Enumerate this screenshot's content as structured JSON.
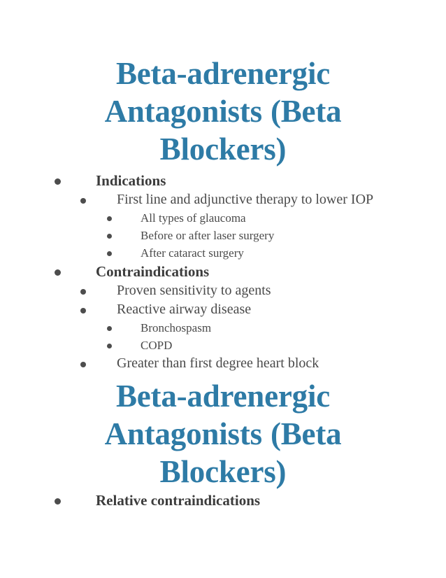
{
  "document": {
    "background_color": "#ffffff",
    "title_color": "#2e7ba6",
    "body_text_color": "#3c3c3c",
    "bullet_color": "#4d4d4d"
  },
  "slides": [
    {
      "title": "Beta-adrenergic Antagonists (Beta Blockers)",
      "outline": [
        {
          "level": 1,
          "text": "Indications",
          "bold": true
        },
        {
          "level": 2,
          "text": "First line and adjunctive therapy to lower IOP",
          "bold": false
        },
        {
          "level": 3,
          "text": "All types of glaucoma",
          "bold": false
        },
        {
          "level": 3,
          "text": "Before or after laser surgery",
          "bold": false
        },
        {
          "level": 3,
          "text": "After cataract surgery",
          "bold": false
        },
        {
          "level": 1,
          "text": "Contraindications",
          "bold": true
        },
        {
          "level": 2,
          "text": "Proven sensitivity to agents",
          "bold": false
        },
        {
          "level": 2,
          "text": "Reactive airway disease",
          "bold": false
        },
        {
          "level": 3,
          "text": "Bronchospasm",
          "bold": false
        },
        {
          "level": 3,
          "text": "COPD",
          "bold": false
        },
        {
          "level": 2,
          "text": "Greater than first degree heart block",
          "bold": false
        }
      ]
    },
    {
      "title": "Beta-adrenergic Antagonists (Beta Blockers)",
      "outline": [
        {
          "level": 1,
          "text": "Relative contraindications",
          "bold": true
        }
      ]
    }
  ]
}
